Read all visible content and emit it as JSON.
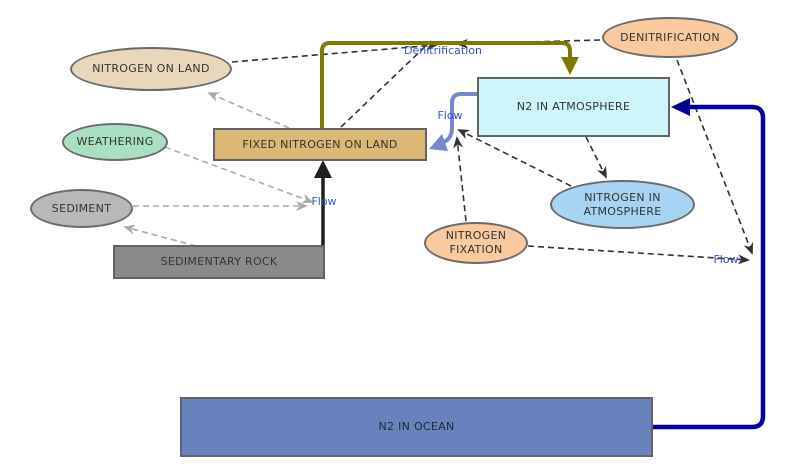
{
  "colors": {
    "denitrification_flow": "#7e7a00",
    "atmosphere_to_land_flow": "#7788cc",
    "rock_to_land_flow": "#1f1f1f",
    "ocean_to_atmosphere_flow": "#000099",
    "flow_label_text": "#3355cc",
    "link_dark": "#333333",
    "link_gray": "#ababab",
    "stock_fixed_nitrogen_fill": "#dcb876",
    "stock_n2_atmosphere_fill": "#cdf5fa",
    "stock_sedimentary_rock_fill": "#8a8a8a",
    "stock_n2_ocean_fill": "#6782bc",
    "var_nitrogen_on_land_fill": "#e8d7ba",
    "var_weathering_fill": "#aae0c2",
    "var_sediment_fill": "#b8b8b8",
    "var_peach_fill": "#f9c9a0",
    "var_nitrogen_in_atmosphere_fill": "#a7d4f2"
  },
  "diagram": {
    "nodes": [
      {
        "id": "nitrogen-on-land",
        "shape": "ellipse",
        "label": "NITROGEN ON LAND"
      },
      {
        "id": "weathering",
        "shape": "ellipse",
        "label": "WEATHERING"
      },
      {
        "id": "sediment",
        "shape": "ellipse",
        "label": "SEDIMENT"
      },
      {
        "id": "sedimentary-rock",
        "shape": "rect",
        "label": "SEDIMENTARY ROCK"
      },
      {
        "id": "fixed-nitrogen-on-land",
        "shape": "rect",
        "label": "FIXED NITROGEN ON LAND"
      },
      {
        "id": "denitrification",
        "shape": "ellipse",
        "label": "DENITRIFICATION"
      },
      {
        "id": "n2-in-atmosphere",
        "shape": "rect",
        "label": "N2 IN ATMOSPHERE"
      },
      {
        "id": "nitrogen-in-atmosphere",
        "shape": "ellipse",
        "label": "NITROGEN IN ATMOSPHERE"
      },
      {
        "id": "nitrogen-fixation",
        "shape": "ellipse",
        "label": "NITROGEN FIXATION"
      },
      {
        "id": "n2-in-ocean",
        "shape": "rect",
        "label": "N2 IN OCEAN"
      }
    ],
    "flows": [
      {
        "label": "Denitrification",
        "from": "FIXED NITROGEN ON LAND",
        "to": "N2 IN ATMOSPHERE",
        "color": "#7e7a00"
      },
      {
        "label": "Flow",
        "from": "N2 IN ATMOSPHERE",
        "to": "FIXED NITROGEN ON LAND",
        "color": "#7788cc"
      },
      {
        "label": "Flow",
        "from": "SEDIMENTARY ROCK",
        "to": "FIXED NITROGEN ON LAND",
        "color": "#1f1f1f"
      },
      {
        "label": "Flow",
        "from": "N2 IN OCEAN",
        "to": "N2 IN ATMOSPHERE",
        "color": "#000099"
      }
    ],
    "links": [
      {
        "from": "NITROGEN ON LAND",
        "to": "Denitrification flow",
        "style": "dark-dashed"
      },
      {
        "from": "DENITRIFICATION",
        "to": "Denitrification flow",
        "style": "dark-dashed"
      },
      {
        "from": "FIXED NITROGEN ON LAND",
        "to": "Denitrification flow",
        "style": "dark-dashed"
      },
      {
        "from": "N2 IN ATMOSPHERE",
        "to": "NITROGEN IN ATMOSPHERE",
        "style": "dark-dashed"
      },
      {
        "from": "NITROGEN IN ATMOSPHERE",
        "to": "Flow (atmosphere to land)",
        "style": "dark-dashed"
      },
      {
        "from": "NITROGEN FIXATION",
        "to": "Flow (atmosphere to land)",
        "style": "dark-dashed"
      },
      {
        "from": "NITROGEN FIXATION",
        "to": "Flow (ocean to atmosphere)",
        "style": "dark-dashed"
      },
      {
        "from": "DENITRIFICATION",
        "to": "Flow (ocean to atmosphere)",
        "style": "dark-dashed"
      },
      {
        "from": "FIXED NITROGEN ON LAND",
        "to": "NITROGEN ON LAND",
        "style": "gray-dashed"
      },
      {
        "from": "WEATHERING",
        "to": "Flow (rock to land)",
        "style": "gray-dashed"
      },
      {
        "from": "SEDIMENT",
        "to": "Flow (rock to land)",
        "style": "gray-dashed"
      },
      {
        "from": "SEDIMENTARY ROCK",
        "to": "SEDIMENT",
        "style": "gray-dashed"
      }
    ]
  }
}
